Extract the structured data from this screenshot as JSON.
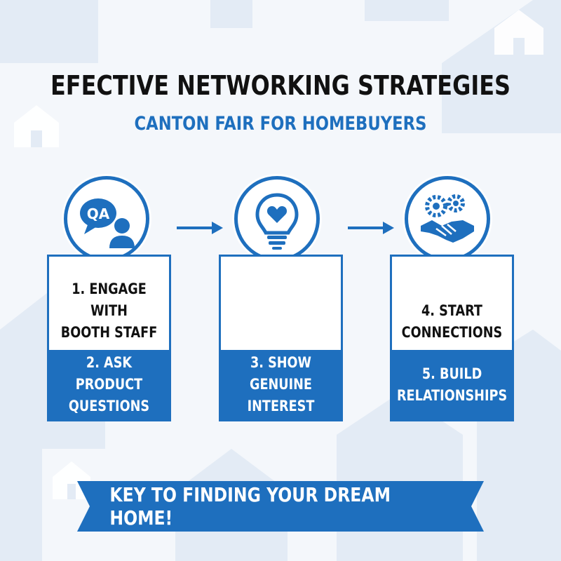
{
  "title": "EFECTIVE NETWORKING STRATEGIES",
  "subtitle": "CANTON FAIR FOR HOMEBUYERS",
  "icons": {
    "step1_badge": "QA",
    "step1": "qa-speech-bubble-person-icon",
    "step2": "lightbulb-heart-icon",
    "step3": "gears-handshake-icon"
  },
  "cards": [
    {
      "top": "1. ENGAGE WITH\nBOOTH STAFF",
      "bottom": "2. ASK PRODUCT\nQUESTIONS"
    },
    {
      "top": "",
      "bottom": "3. SHOW GENUINE\nINTEREST"
    },
    {
      "top": "4. START\nCONNECTIONS",
      "bottom": "5. BUILD\nRELATIONSHIPS"
    }
  ],
  "banner": "KEY TO FINDING YOUR DREAM HOME!",
  "colors": {
    "accent": "#1e6fbe",
    "text": "#111111",
    "background": "#f4f7fb"
  }
}
